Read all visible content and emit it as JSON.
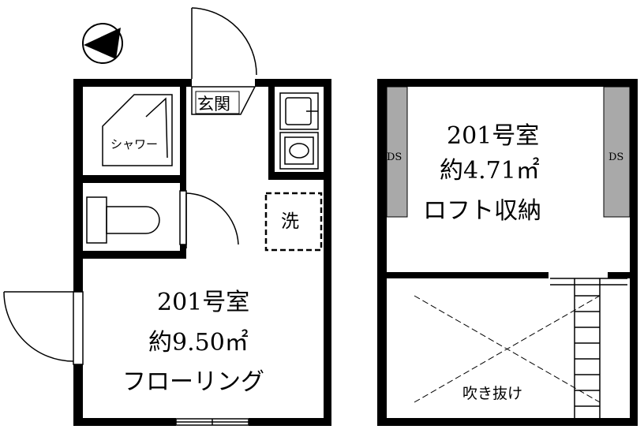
{
  "compass": {
    "icon": "north-arrow-icon"
  },
  "main_floor": {
    "room_number": "201号室",
    "area": "約9.50㎡",
    "flooring": "フローリング",
    "entrance": "玄関",
    "shower": "シャワー",
    "washer": "洗"
  },
  "loft": {
    "room_number": "201号室",
    "area": "約4.71㎡",
    "use": "ロフト収納",
    "duct_left": "DS",
    "duct_right": "DS",
    "void": "吹き抜け"
  },
  "colors": {
    "wall": "#000000",
    "duct": "#a9a9a9",
    "background": "#ffffff"
  }
}
